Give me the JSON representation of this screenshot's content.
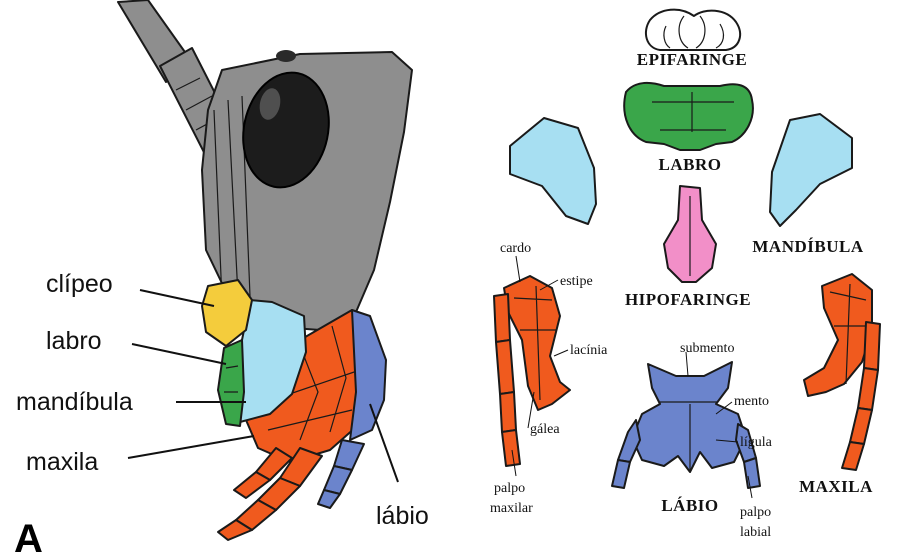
{
  "panel_letter": "A",
  "colors": {
    "head": "#8e8e8e",
    "eye": "#1c1c1c",
    "clipeo": "#f4cc3c",
    "labro": "#3aa64a",
    "mandibula": "#a7dff2",
    "maxila": "#f05a1e",
    "labio": "#6b84cc",
    "hipofaringe": "#f28fc8",
    "epifaringe": "#ffffff"
  },
  "left_labels": {
    "clipeo": "clípeo",
    "labro": "labro",
    "mandibula": "mandíbula",
    "maxila": "maxila",
    "labio": "lábio"
  },
  "right_labels": {
    "epifaringe": "EPIFARINGE",
    "labro": "LABRO",
    "mandibula": "MANDÍBULA",
    "hipofaringe": "HIPOFARINGE",
    "maxila": "MAXILA",
    "labio": "LÁBIO"
  },
  "maxila_parts": {
    "cardo": "cardo",
    "estipe": "estipe",
    "lacinia": "lacínia",
    "galea": "gálea",
    "palpo": "palpo",
    "maxilar": "maxilar"
  },
  "labio_parts": {
    "submento": "submento",
    "mento": "mento",
    "ligula": "lígula",
    "palpo": "palpo",
    "labial": "labial"
  }
}
